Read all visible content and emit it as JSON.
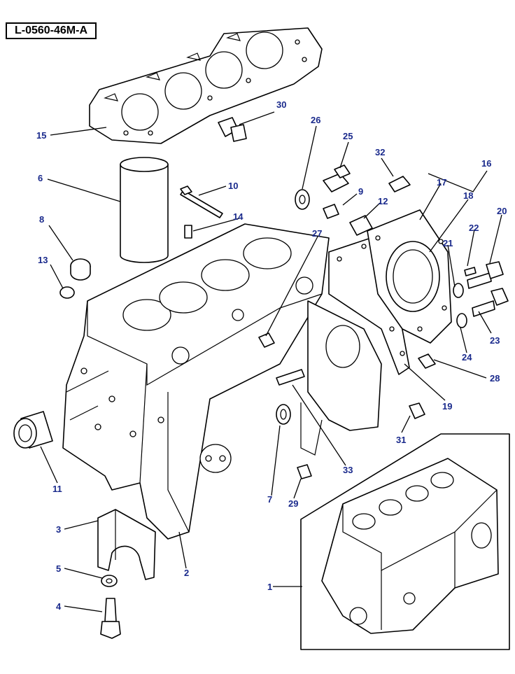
{
  "diagram": {
    "reference_code": "L-0560-46M-A",
    "part_numbers": [
      "1",
      "2",
      "3",
      "4",
      "5",
      "6",
      "7",
      "8",
      "9",
      "10",
      "11",
      "12",
      "13",
      "14",
      "15",
      "16",
      "17",
      "18",
      "19",
      "20",
      "21",
      "22",
      "23",
      "24",
      "25",
      "26",
      "27",
      "28",
      "29",
      "30",
      "31",
      "32",
      "33"
    ],
    "colors": {
      "label": "#1a2a8c",
      "line": "#000000",
      "background": "#ffffff"
    }
  }
}
